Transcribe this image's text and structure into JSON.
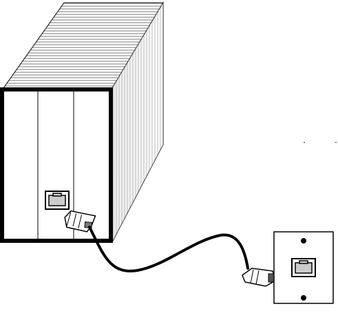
{
  "diagram": {
    "description_visible_text": "",
    "cabinet": {
      "top_shading": "stripes-gray",
      "side_shading": "stripes-gray",
      "front_border_color": "#000000",
      "panel_fill": "#ffffff",
      "slot_count": 3
    },
    "jack_icon": "rj45-jack-icon",
    "plug_icon": "rj45-plug-icon",
    "cable_color": "#000000",
    "wall_plate": {
      "border_color": "#000000",
      "screw_count": 2
    },
    "background_color": "#ffffff"
  }
}
